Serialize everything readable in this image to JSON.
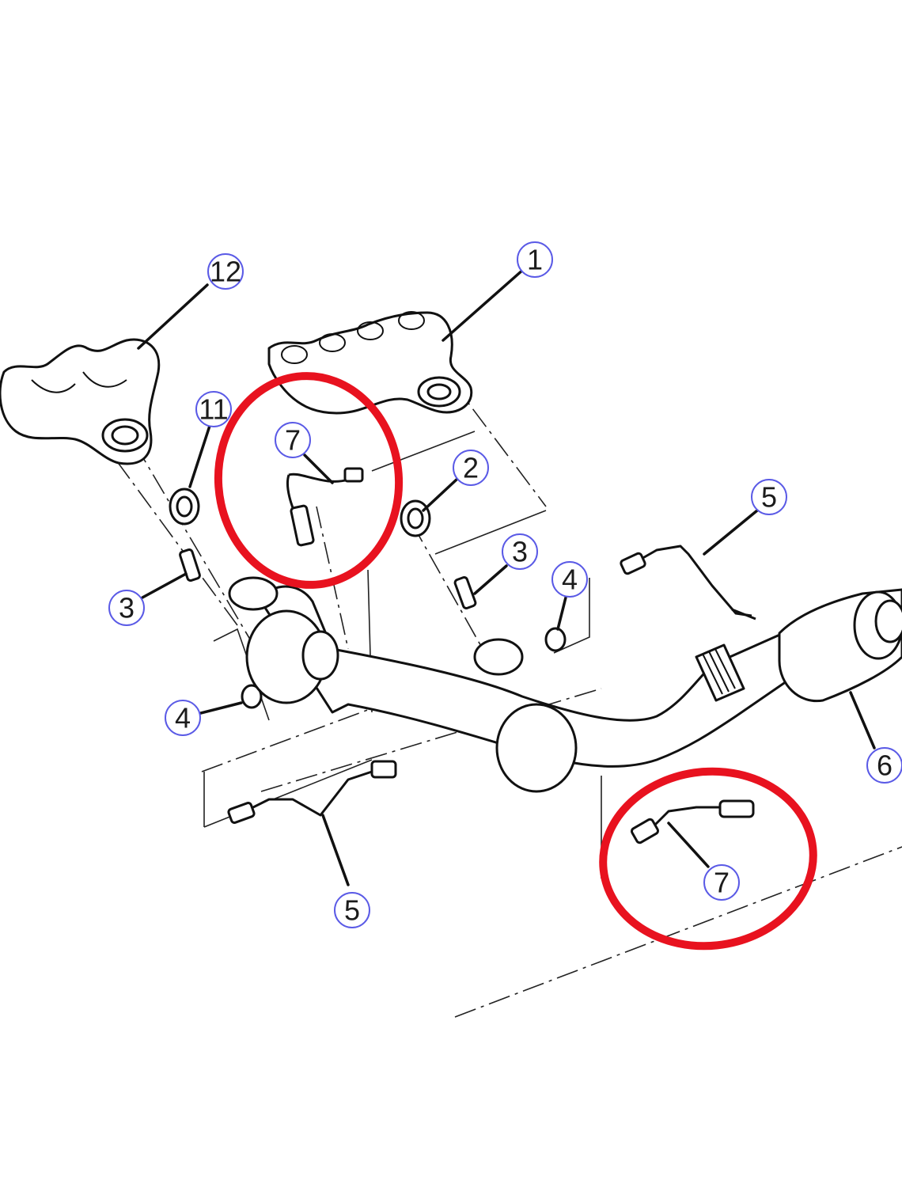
{
  "diagram": {
    "callouts": [
      {
        "id": "c12",
        "text": "12"
      },
      {
        "id": "c1",
        "text": "1"
      },
      {
        "id": "c11",
        "text": "11"
      },
      {
        "id": "c7a",
        "text": "7"
      },
      {
        "id": "c2",
        "text": "2"
      },
      {
        "id": "c5a",
        "text": "5"
      },
      {
        "id": "c3a",
        "text": "3"
      },
      {
        "id": "c3b",
        "text": "3"
      },
      {
        "id": "c4a",
        "text": "4"
      },
      {
        "id": "c4b",
        "text": "4"
      },
      {
        "id": "c6",
        "text": "6"
      },
      {
        "id": "c5b",
        "text": "5"
      },
      {
        "id": "c7b",
        "text": "7"
      }
    ],
    "highlight_color": "#e8121f",
    "callout_border_color": "#5a5ae6"
  }
}
